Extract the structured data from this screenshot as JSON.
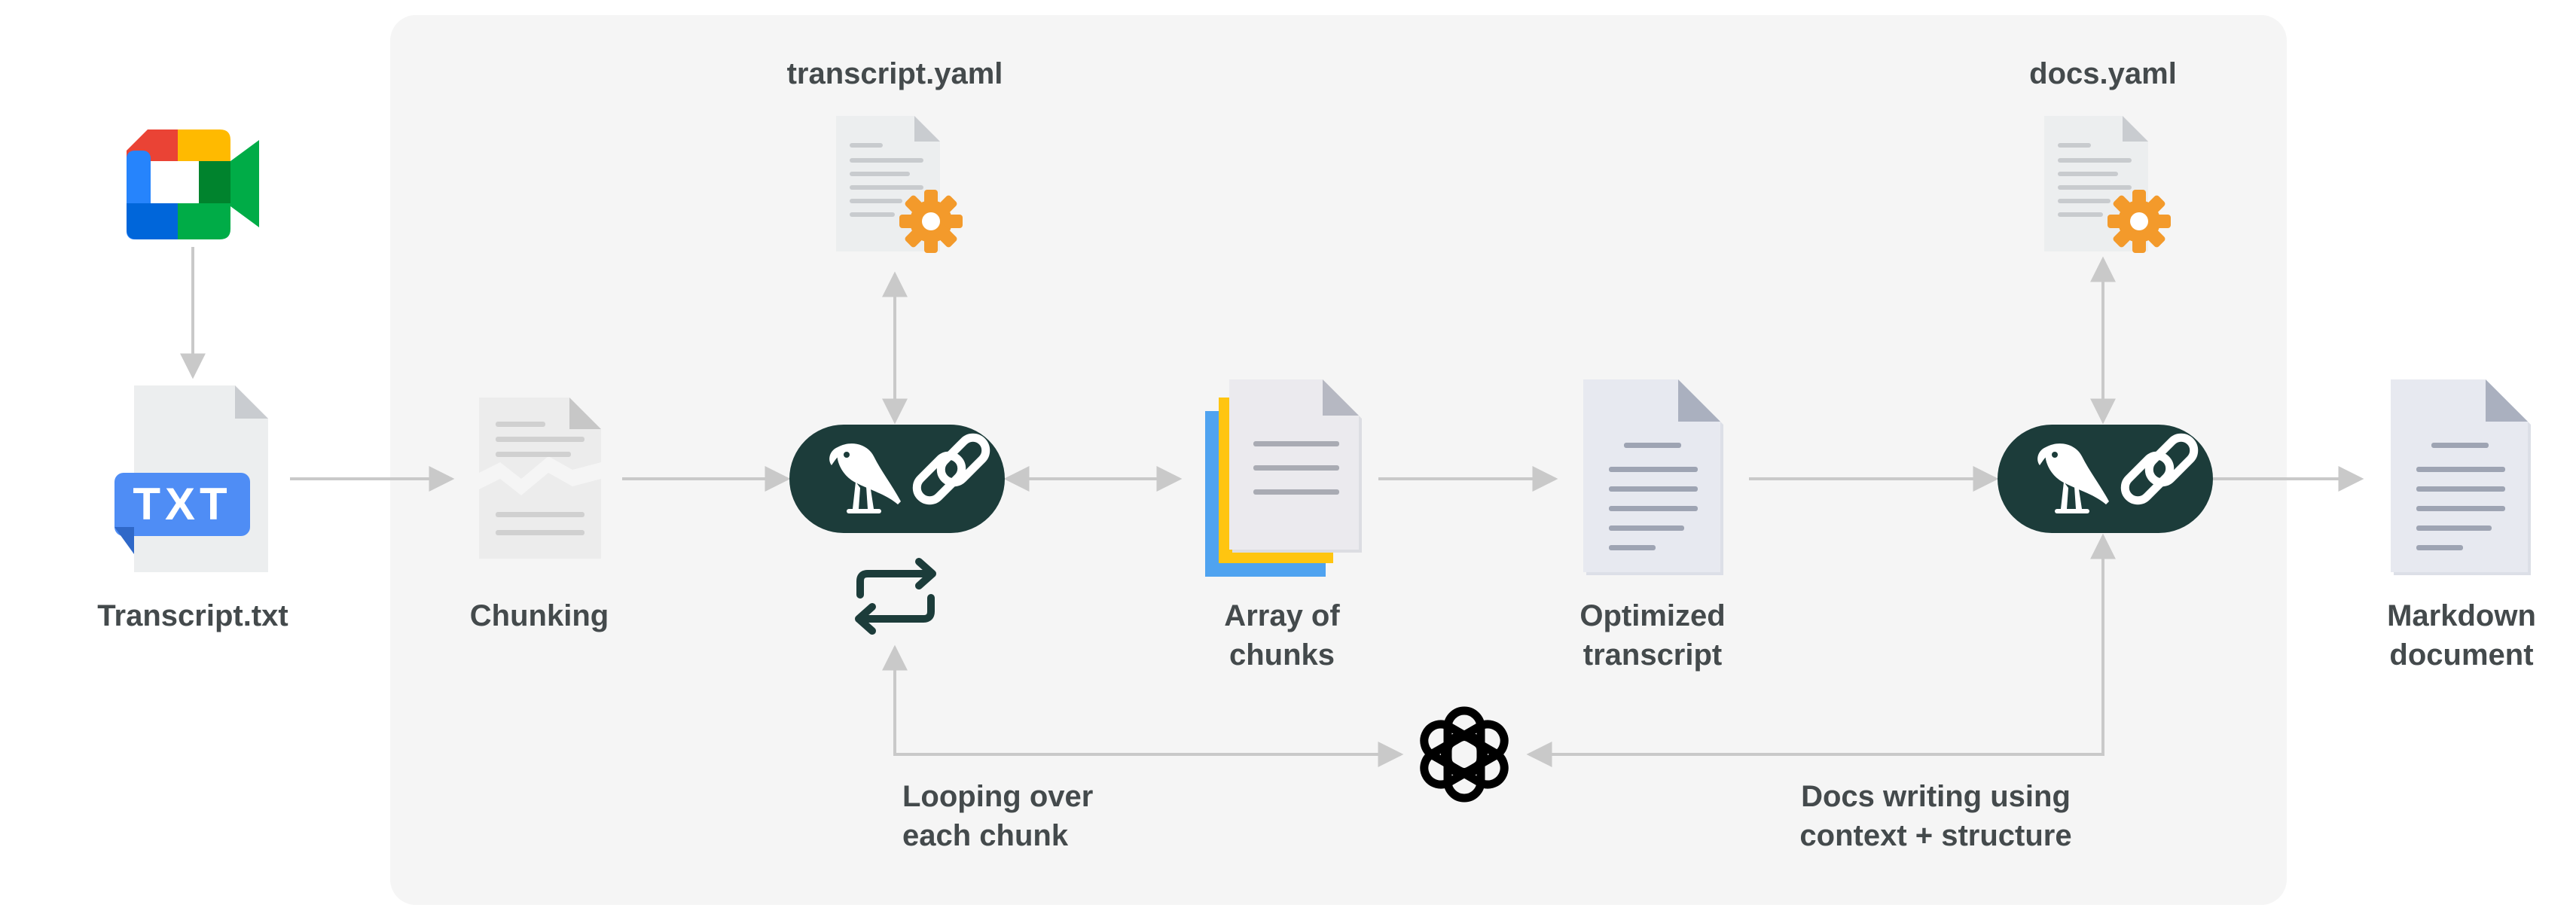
{
  "labels": {
    "transcript_txt": "Transcript.txt",
    "chunking": "Chunking",
    "transcript_yaml": "transcript.yaml",
    "docs_yaml": "docs.yaml",
    "array_of_chunks": "Array of\nchunks",
    "optimized_transcript": "Optimized\ntranscript",
    "markdown_document": "Markdown\ndocument",
    "looping": "Looping over\neach chunk",
    "docs_writing": "Docs writing using\ncontext + structure"
  },
  "icons": {
    "txt_badge": "TXT",
    "meet": "google-meet-icon",
    "langchain": "langchain-parrot-link-icon",
    "openai": "openai-logo-icon",
    "loop": "loop-arrows-icon",
    "config": "yaml-config-gear-icon"
  },
  "colors": {
    "panel": "#f5f5f5",
    "arrow": "#c9c9c9",
    "langchain_pill": "#1c3c3a",
    "gear": "#f39a2b",
    "txt_badge": "#4f8df5",
    "label": "#444a4c"
  }
}
